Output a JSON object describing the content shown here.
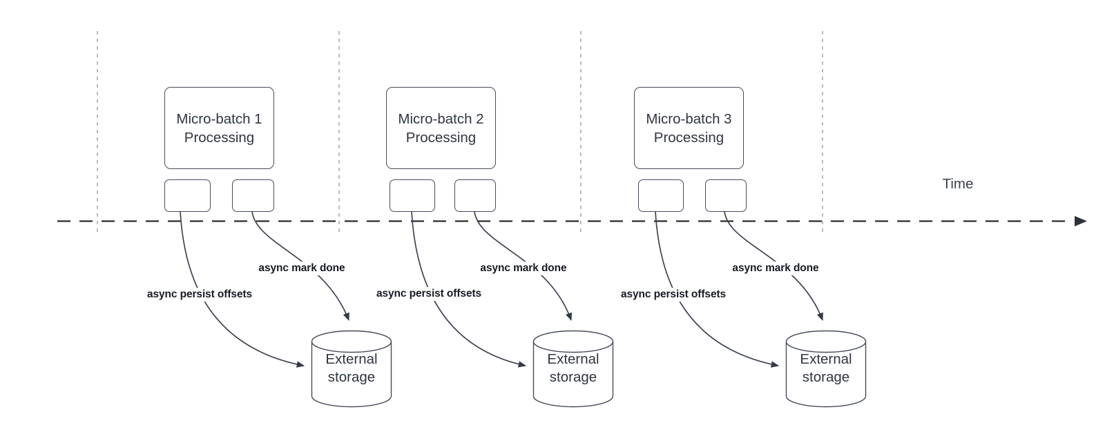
{
  "diagram": {
    "time_label": "Time",
    "colors": {
      "shape_border": "#454c5a",
      "shape_text": "#2f3540",
      "flow_label_text": "#171b24",
      "guide_line": "#a9a9a9",
      "timeline": "#2a2a2a",
      "arrow_stroke": "#3d4450",
      "background": "#ffffff"
    },
    "batches": [
      {
        "title": "Micro-batch 1",
        "subtitle": "Processing",
        "persist_label": "async persist offsets",
        "mark_label": "async mark done",
        "storage": {
          "line1": "External",
          "line2": "storage"
        }
      },
      {
        "title": "Micro-batch 2",
        "subtitle": "Processing",
        "persist_label": "async persist offsets",
        "mark_label": "async mark done",
        "storage": {
          "line1": "External",
          "line2": "storage"
        }
      },
      {
        "title": "Micro-batch 3",
        "subtitle": "Processing",
        "persist_label": "async persist offsets",
        "mark_label": "async mark done",
        "storage": {
          "line1": "External",
          "line2": "storage"
        }
      }
    ]
  }
}
